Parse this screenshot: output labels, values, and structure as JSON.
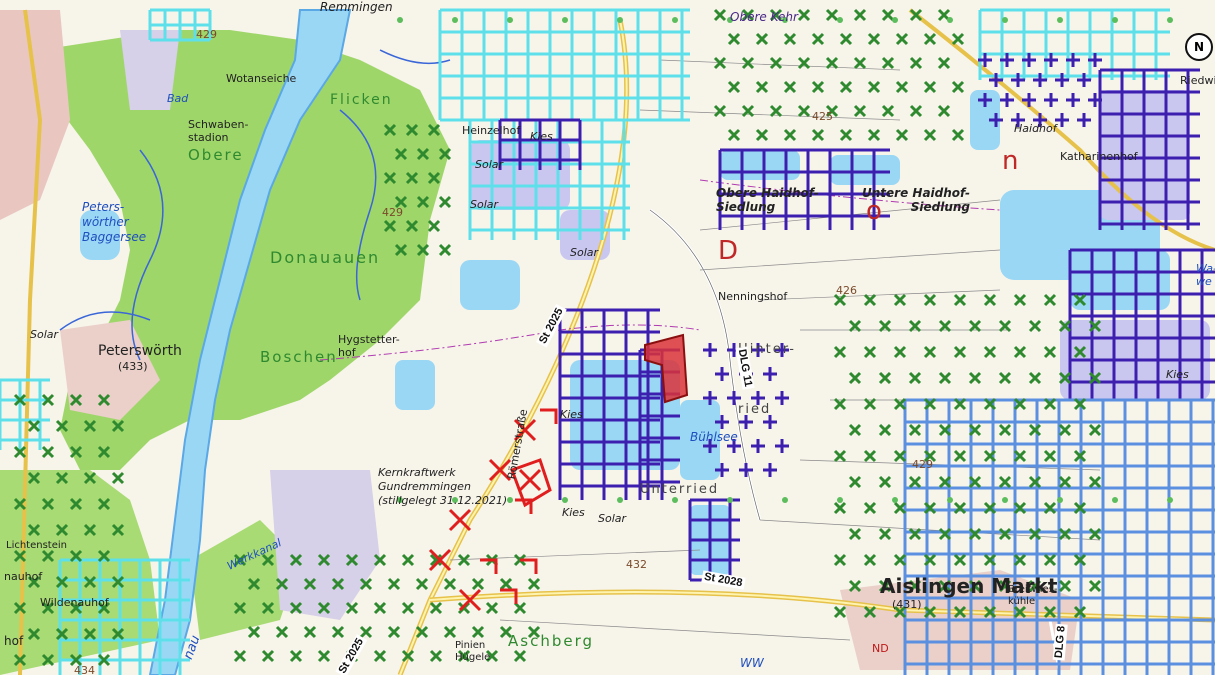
{
  "map": {
    "north_label": "N",
    "labels": {
      "remmingen": "Remmingen",
      "bad": "Bad",
      "wotanseiche": "Wotanseiche",
      "schwabenstadion": "Schwaben-\nstadion",
      "flicken": "Flicken",
      "obere": "Obere",
      "petersworther_baggersee": "Peters-\nwörther\nBaggersee",
      "donauauen": "Donauauen",
      "solar_left": "Solar",
      "petersworth": "Peterswörth",
      "petersworth_elev": "(433)",
      "boschen": "Boschen",
      "hygstetterhof": "Hygstetter-\nhof",
      "lichtenstein": "Lichtenstein",
      "nauhof": "nauhof",
      "wildenauhof": "Wildenauhof",
      "hof_left": "hof",
      "werkkanal": "Werkkanal",
      "donau": "nau",
      "kernkraftwerk": "Kernkraftwerk\nGundremmingen\n(stillgelegt 31.12.2021)",
      "kies_top": "Kies",
      "heinzelhof": "Heinzelhof",
      "solar_top": "Solar",
      "solar_mid": "Solar",
      "solar_center": "Solar",
      "kies_center": "Kies",
      "solar_bottom": "Solar",
      "kies_bottom": "Kies",
      "roemerstrasse": "Römerstraße",
      "pinienhuegel": "Pinien\nHügele",
      "aschberg": "Aschberg",
      "obere_haidhof": "Obere Haidhof-\nSiedlung",
      "untere_haidhof": "Untere Haidhof-\nSiedlung",
      "haidhof": "Haidhof",
      "katharinenhof": "Katharinenhof",
      "riedwies": "Riedwi",
      "nenningshof": "Nenningshof",
      "hinterried": "Hinter-\nried",
      "unterried": "Unterried",
      "buhlsee": "Bühlsee",
      "kies_right": "Kies",
      "aislingen": "Aislingen Markt",
      "aislingen_elev": "(431)",
      "breitwieskuehle": "Breitwies-\nkühle",
      "wasser": "Wa-\nwe",
      "obere_kehr": "Obere Kehr",
      "ww": "WW",
      "nd": "ND",
      "big_D": "D",
      "big_n": "n",
      "big_o": "o"
    },
    "elevations": [
      "429",
      "429",
      "425",
      "426",
      "432",
      "429",
      "434"
    ],
    "roads": [
      "St 2025",
      "St 2025",
      "DLG 11",
      "St 2028",
      "DLG 8"
    ],
    "colors": {
      "background": "#f7f4ea",
      "forest": "#9fd66a",
      "water": "#9ad7f5",
      "river": "#5aa8e6",
      "grid_cyan": "#5ee0ea",
      "grid_purple": "#3d1fb0",
      "grid_blue": "#5b8fe0",
      "cross_green": "#2f8a2f",
      "red_markers": "#e01e1e",
      "red_area": "#d9323a",
      "settlement": "#c96f6f"
    }
  }
}
